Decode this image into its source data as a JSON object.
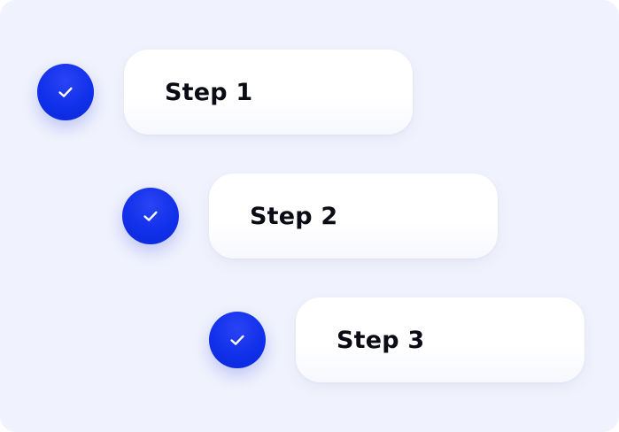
{
  "steps": [
    {
      "label": "Step 1",
      "status_icon": "checkmark-icon",
      "completed": true
    },
    {
      "label": "Step 2",
      "status_icon": "checkmark-icon",
      "completed": true
    },
    {
      "label": "Step 3",
      "status_icon": "checkmark-icon",
      "completed": true
    }
  ],
  "colors": {
    "background": "#f0f2fd",
    "accent": "#1130ea",
    "card": "#ffffff",
    "text": "#0b0b16",
    "check": "#ffffff"
  }
}
